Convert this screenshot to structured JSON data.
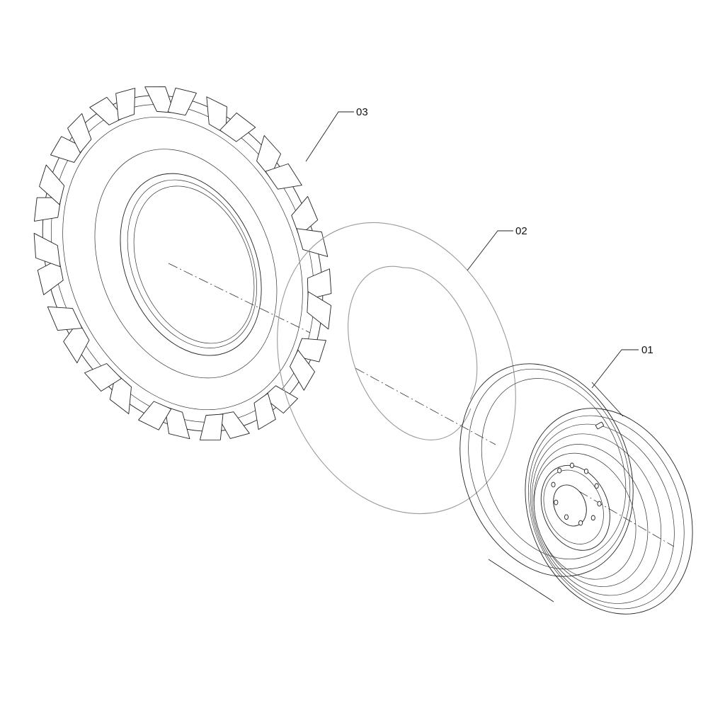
{
  "callouts": [
    {
      "id": "tire",
      "label": "03"
    },
    {
      "id": "tube",
      "label": "02"
    },
    {
      "id": "rim",
      "label": "01"
    }
  ],
  "colors": {
    "line": "#222222",
    "tube_line": "#9a9a9a",
    "background": "#ffffff"
  }
}
